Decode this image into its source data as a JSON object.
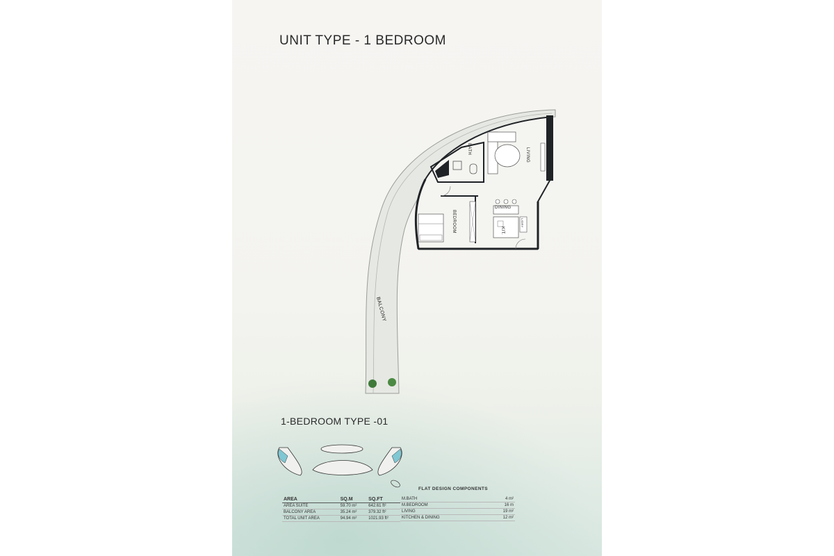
{
  "page": {
    "title": "UNIT TYPE - 1 BEDROOM",
    "subtitle": "1-BEDROOM TYPE -01"
  },
  "plan": {
    "rooms": {
      "living": "LIVING",
      "bath": "BATH",
      "bedroom": "BEDROOM",
      "dining": "DINING",
      "kitchen": "KIT.",
      "laundry": "L/DRY",
      "balcony": "BALCONY"
    }
  },
  "areas": {
    "header": [
      "AREA",
      "SQ.M",
      "SQ.FT"
    ],
    "rows": [
      [
        "AREA SUITE",
        "59.70 m²",
        "642.61 ft²"
      ],
      [
        "BALCONY AREA",
        "35.24 m²",
        "379.32 ft²"
      ],
      [
        "TOTAL UNIT AREA",
        "94.94 m²",
        "1021.93 ft²"
      ]
    ]
  },
  "components": {
    "title": "FLAT DESIGN COMPONENTS",
    "rows": [
      [
        "M.BATH",
        "4 m²"
      ],
      [
        "M.BEDROOM",
        "16 m"
      ],
      [
        "LIVING",
        "19 m²"
      ],
      [
        "KITCHEN & DINING",
        "12 m²"
      ]
    ]
  },
  "colors": {
    "wall": "#1f2326",
    "balcony_fill": "#e9ebe6",
    "key_highlight": "#7fc7d3",
    "tree": "#3f7a3a"
  }
}
